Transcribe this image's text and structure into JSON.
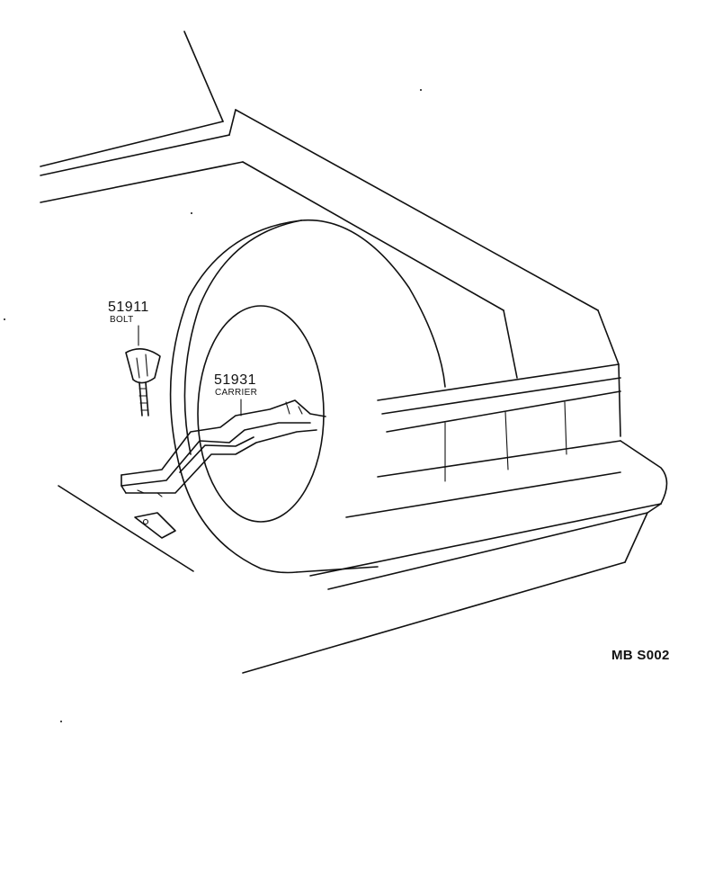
{
  "parts": [
    {
      "number": "51911",
      "name": "BOLT"
    },
    {
      "number": "51931",
      "name": "CARRIER"
    }
  ],
  "diagram_code": "MB S002"
}
